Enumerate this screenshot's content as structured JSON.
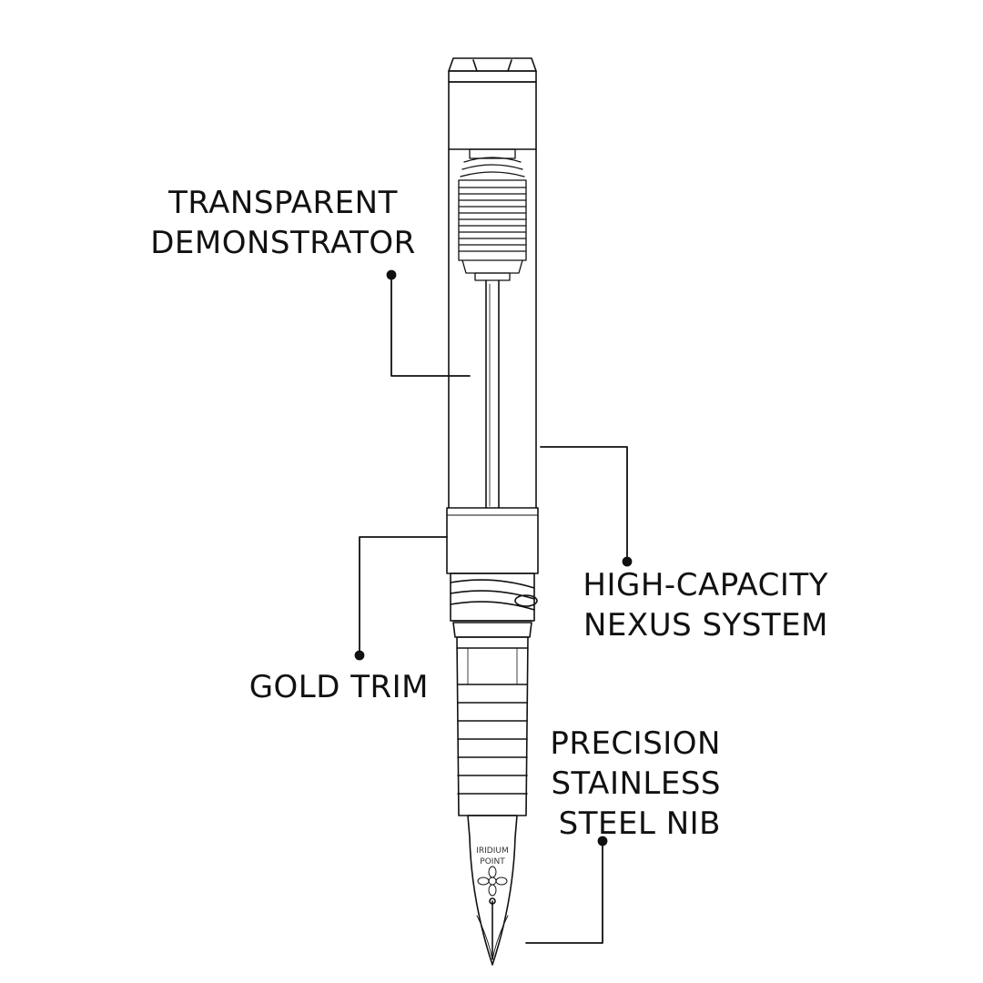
{
  "labels": {
    "demonstrator": [
      "TRANSPARENT",
      "DEMONSTRATOR"
    ],
    "nexus": [
      "HIGH-CAPACITY",
      "NEXUS SYSTEM"
    ],
    "gold_trim": [
      "GOLD TRIM"
    ],
    "nib": [
      "PRECISION",
      "STAINLESS",
      "STEEL NIB"
    ]
  },
  "nib_engraving": {
    "line1": "IRIDIUM",
    "line2": "POINT"
  },
  "colors": {
    "line": "#111111",
    "background": "#ffffff"
  }
}
